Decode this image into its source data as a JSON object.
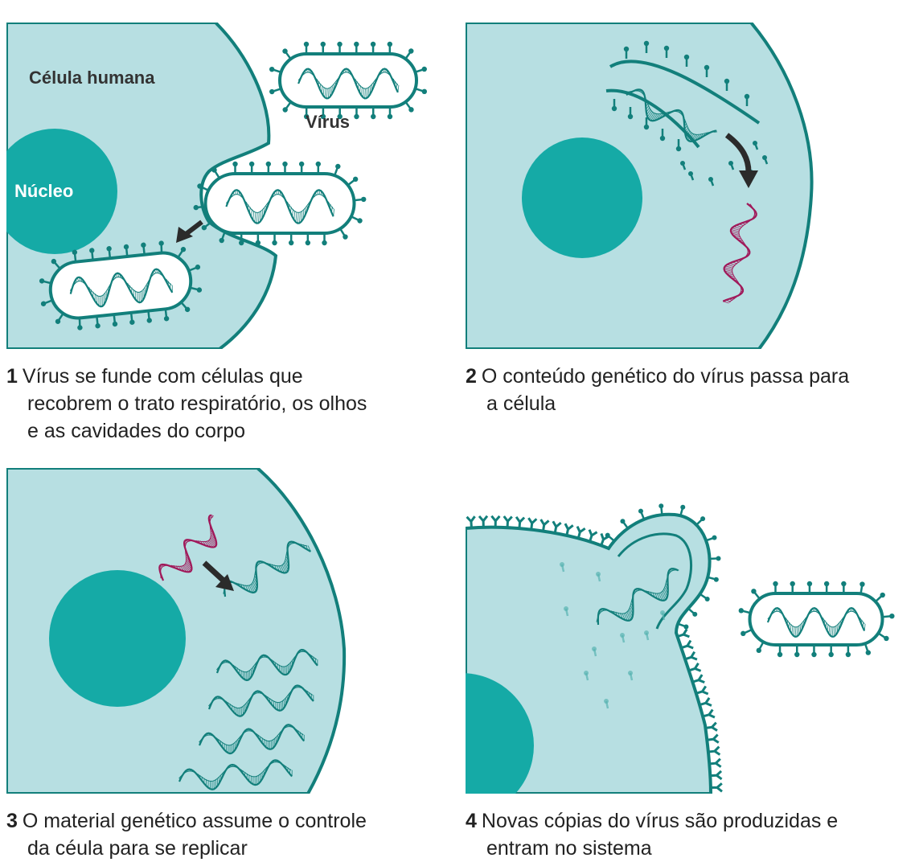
{
  "colors": {
    "cell": "#b7dfe2",
    "teal": "#127f7b",
    "nucleus": "#15aaa6",
    "rna": "#a0195a",
    "arrow": "#2b2b2b",
    "text": "#222222",
    "label_dark": "#333333",
    "label_light": "#ffffff"
  },
  "panel1": {
    "label_cell": "Célula humana",
    "label_nucleus": "Núcleo",
    "label_virus": "Vírus",
    "caption_num": "1",
    "caption_lines": [
      "Vírus se funde com células que",
      "recobrem o trato respiratório, os olhos",
      "e as cavidades do corpo"
    ]
  },
  "panel2": {
    "caption_num": "2",
    "caption_lines": [
      "O conteúdo genético do vírus passa para",
      "a célula"
    ]
  },
  "panel3": {
    "caption_num": "3",
    "caption_lines": [
      "O material genético assume o controle",
      "da céula para se replicar"
    ]
  },
  "panel4": {
    "caption_num": "4",
    "caption_lines": [
      "Novas cópias do vírus são produzidas e",
      "entram no sistema"
    ]
  },
  "icons": [
    "virus-icon",
    "rna-strand-icon",
    "arrow-icon",
    "receptor-spike-icon"
  ]
}
